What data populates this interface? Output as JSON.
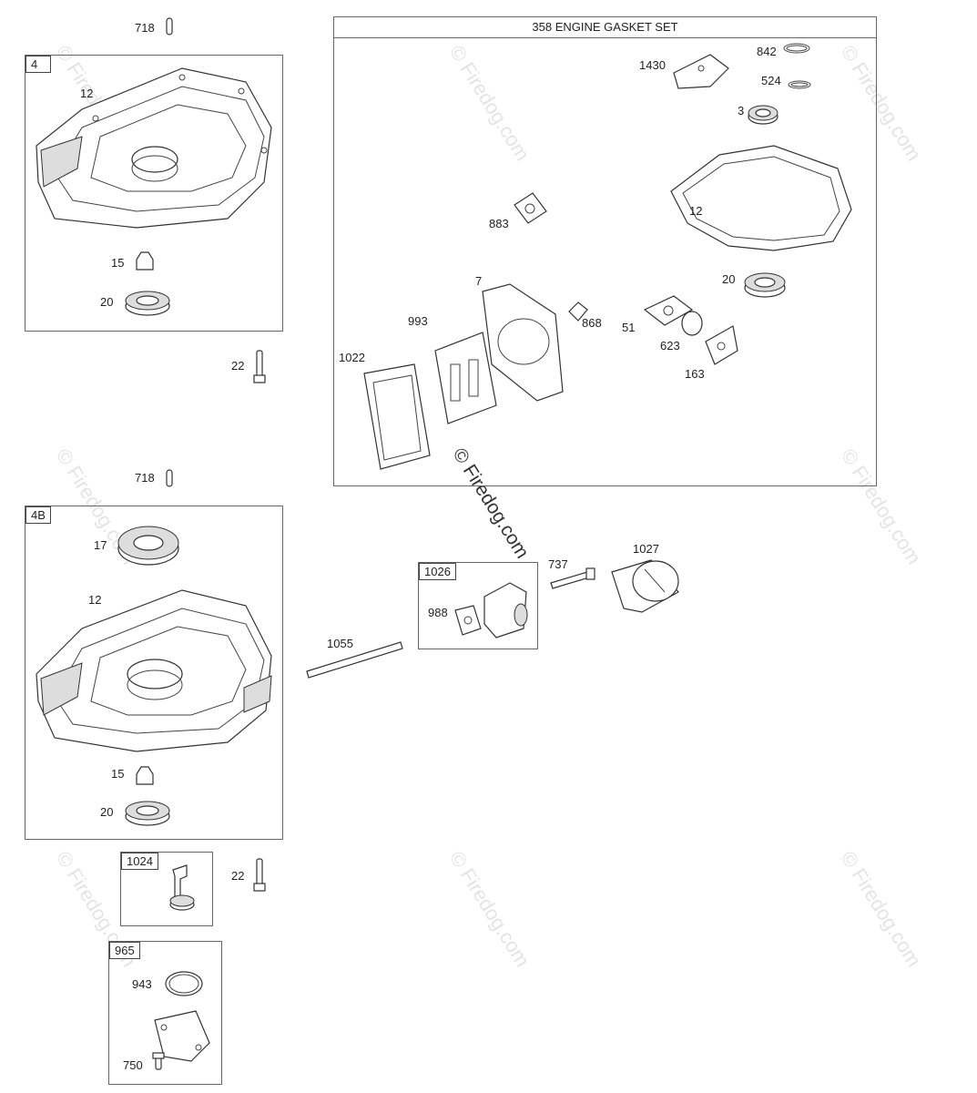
{
  "watermark": "© Firedog.com",
  "gasket_set": {
    "title": "358 ENGINE GASKET SET"
  },
  "boxes": {
    "box4": "4",
    "box4b": "4B",
    "box1026": "1026",
    "box1024": "1024",
    "box965": "965"
  },
  "labels": {
    "l718a": "718",
    "l12a": "12",
    "l15a": "15",
    "l20a": "20",
    "l22a": "22",
    "l718b": "718",
    "l17": "17",
    "l12b": "12",
    "l15b": "15",
    "l20b": "20",
    "l22b": "22",
    "l943": "943",
    "l750": "750",
    "l1055": "1055",
    "l988": "988",
    "l737": "737",
    "l1027": "1027",
    "l1430": "1430",
    "l842": "842",
    "l524": "524",
    "l3": "3",
    "l883": "883",
    "l12g": "12",
    "l20g": "20",
    "l7": "7",
    "l868": "868",
    "l993": "993",
    "l51": "51",
    "l623": "623",
    "l163": "163",
    "l1022": "1022"
  }
}
